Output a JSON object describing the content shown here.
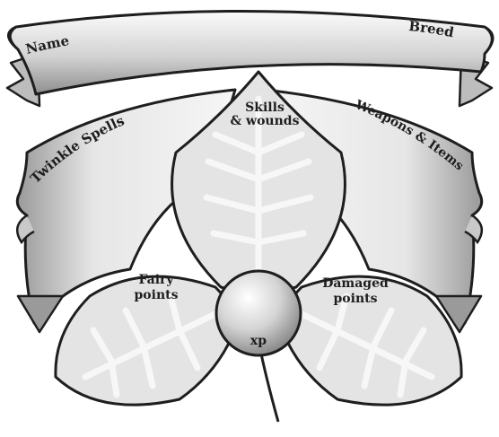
{
  "banner": {
    "left_label": "Name",
    "right_label": "Breed"
  },
  "scrolls": {
    "left_label": "Twinkle Spells",
    "right_label": "Weapons & Items"
  },
  "petals": {
    "top": {
      "line1": "Skills",
      "line2": "& wounds"
    },
    "left": {
      "line1": "Fairy",
      "line2": "points"
    },
    "right": {
      "line1": "Damaged",
      "line2": "points"
    }
  },
  "center": {
    "label": "xp"
  },
  "colors": {
    "ink": "#1e1e1e",
    "petal_fill": "#e4e4e4",
    "vein": "#f7f7f7",
    "ribbon_light": "#f2f2f2",
    "ribbon_dark": "#8a8a8a"
  }
}
